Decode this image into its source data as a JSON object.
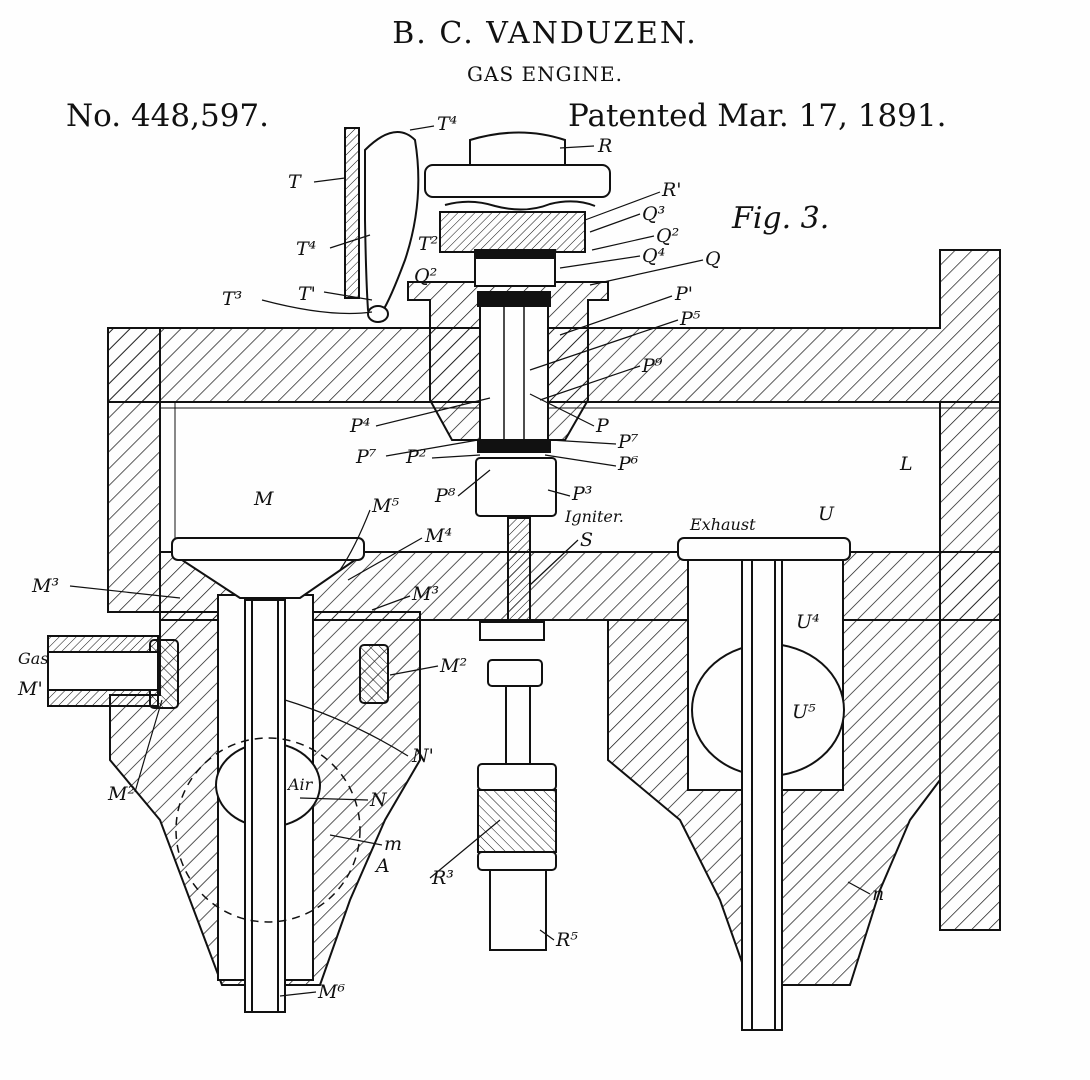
{
  "header": {
    "inventor": "B. C. VANDUZEN.",
    "title": "GAS ENGINE.",
    "patent_number": "No. 448,597.",
    "patent_date": "Patented Mar. 17, 1891."
  },
  "figure": {
    "label": "Fig. 3.",
    "notes": {
      "igniter": "Igniter.",
      "exhaust": "Exhaust",
      "gas": "Gas",
      "air": "Air"
    },
    "labels": {
      "R": "R",
      "R1": "R'",
      "Q3": "Q³",
      "Q2a": "Q²",
      "Q4": "Q⁴",
      "Q": "Q",
      "Q2b": "Q²",
      "T": "T",
      "T4a": "T⁴",
      "T4b": "T⁴",
      "T2": "T²",
      "T1": "T'",
      "T3": "T³",
      "P1": "P'",
      "P5": "P⁵",
      "P9": "P⁹",
      "P": "P",
      "P4": "P⁴",
      "P7a": "P⁷",
      "P7b": "P⁷",
      "P2": "P²",
      "P6": "P⁶",
      "P8": "P⁸",
      "P3": "P³",
      "L": "L",
      "M": "M",
      "M5": "M⁵",
      "M4": "M⁴",
      "M3a": "M³",
      "M3b": "M³",
      "M2a": "M²",
      "M2b": "M²",
      "M1": "M'",
      "S": "S",
      "U": "U",
      "U4": "U⁴",
      "U5": "U⁵",
      "N1": "N'",
      "N": "N",
      "m": "m",
      "A": "A",
      "R3": "R³",
      "R5": "R⁵",
      "n": "n",
      "M6": "M⁶"
    }
  },
  "colors": {
    "ink": "#111111",
    "paper": "#fefefe"
  }
}
